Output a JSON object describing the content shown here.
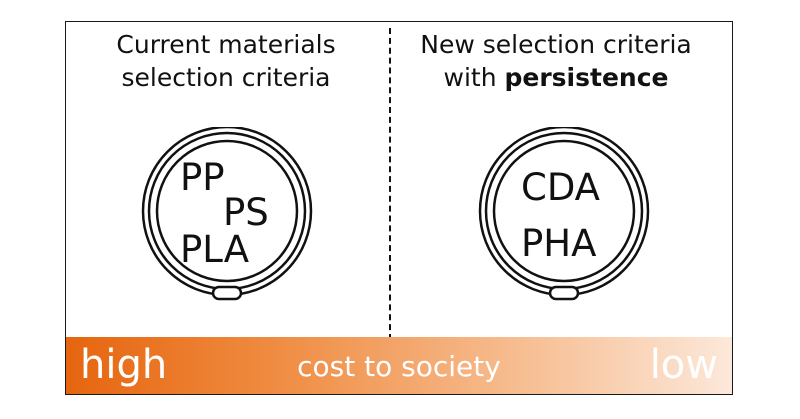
{
  "left_panel": {
    "title_line1": "Current materials",
    "title_line2": "selection criteria",
    "materials": [
      "PP",
      "PS",
      "PLA"
    ]
  },
  "right_panel": {
    "title_line1": "New selection criteria",
    "title_line2_prefix": "with ",
    "title_line2_bold": "persistence",
    "materials": [
      "CDA",
      "PHA"
    ]
  },
  "cost_bar": {
    "high_label": "high",
    "center_label": "cost to society",
    "low_label": "low",
    "gradient_start": "#e6650f",
    "gradient_end": "#fce8da"
  }
}
